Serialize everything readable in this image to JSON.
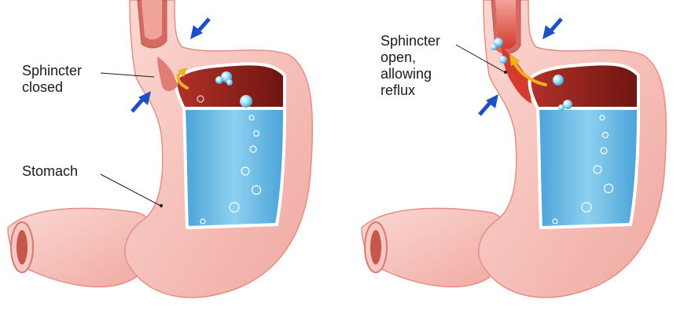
{
  "left_panel": {
    "sphincter_label": [
      "Sphincter",
      "closed"
    ],
    "stomach_label": "Stomach"
  },
  "right_panel": {
    "sphincter_label": [
      "Sphincter",
      "open,",
      "allowing",
      "reflux"
    ]
  },
  "colors": {
    "tissue_outer": "#f6c3bc",
    "tissue_inner": "#ec9d95",
    "acid_upper": "#8e1f1a",
    "acid_fluid": "#67b9e3",
    "arrow_blue": "#1f4fc4",
    "reflux_arrow": "#f2b01e"
  },
  "icons": [
    "pressure-arrow-icon",
    "reflux-arrow-icon",
    "bubble-icon"
  ]
}
